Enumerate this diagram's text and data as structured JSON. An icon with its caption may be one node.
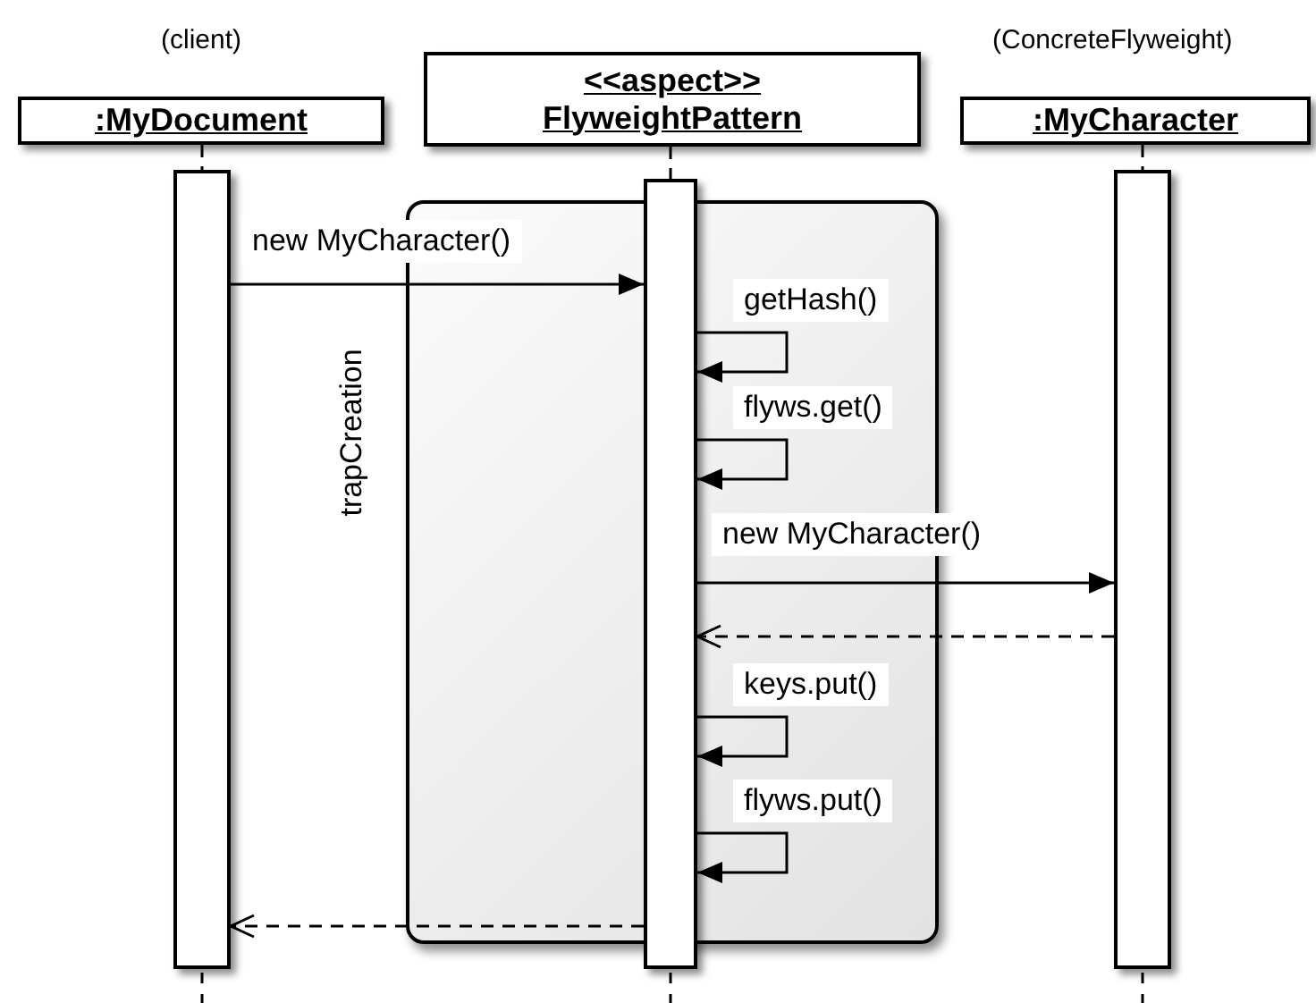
{
  "diagram": {
    "nodes": [
      {
        "text": [
          ":MyDocument"
        ],
        "beside": [
          "(client)"
        ]
      },
      {
        "text": [
          "<<aspect>>",
          "FlyweightPattern"
        ]
      },
      {
        "text": [
          ":MyCharacter"
        ],
        "beside": [
          "(ConcreteFlyweight)"
        ]
      },
      {
        "text": [],
        "shape": "bar"
      },
      {
        "text": [],
        "shape": "bar"
      },
      {
        "text": [],
        "shape": "bar"
      }
    ],
    "edges": [
      {
        "from": 0,
        "to": 3,
        "arrow": "none",
        "style": "dashed"
      },
      {
        "from": 1,
        "to": 4,
        "arrow": "none",
        "style": "dashed"
      },
      {
        "from": 2,
        "to": 5,
        "arrow": "none",
        "style": "dashed"
      },
      {
        "from": 3,
        "to": 4,
        "arrow": "to",
        "label": "new MyCharacter()"
      },
      {
        "from": 4,
        "to": 4,
        "arrow": "to",
        "label": "getHash()"
      },
      {
        "from": 4,
        "to": 4,
        "arrow": "to",
        "label": "flyws.get()"
      },
      {
        "from": 4,
        "to": 5,
        "arrow": "to",
        "label": "new MyCharacter()"
      },
      {
        "from": 5,
        "to": 4,
        "arrow": "to",
        "style": "dashed"
      },
      {
        "from": 4,
        "to": 4,
        "arrow": "to",
        "label": "keys.put()"
      },
      {
        "from": 4,
        "to": 4,
        "arrow": "to",
        "label": "flyws.put()"
      },
      {
        "from": 4,
        "to": 3,
        "arrow": "to",
        "style": "dashed"
      }
    ],
    "labels": [
      "trapCreation"
    ]
  }
}
